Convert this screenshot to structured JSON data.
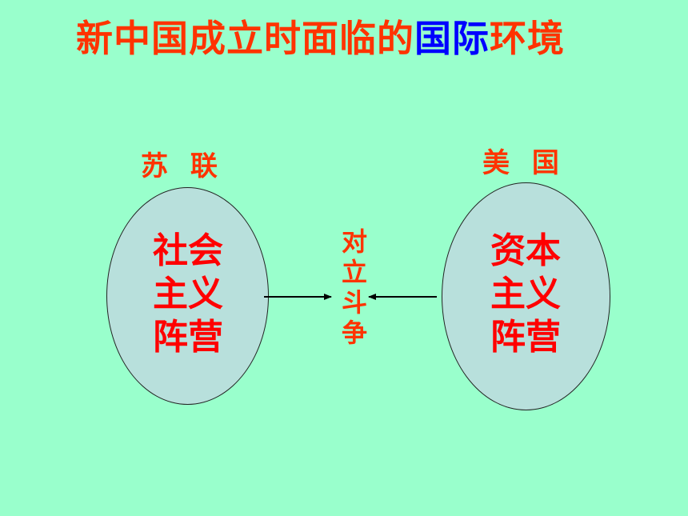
{
  "title": {
    "part1": "新中国成立时面临的",
    "highlight": "国际",
    "part2": "环境"
  },
  "left": {
    "country": "苏 联",
    "camp_line1": "社会",
    "camp_line2": "主义",
    "camp_line3": "阵营"
  },
  "right": {
    "country": "美 国",
    "camp_line1": "资本",
    "camp_line2": "主义",
    "camp_line3": "阵营"
  },
  "center": {
    "label": "对立斗争"
  },
  "colors": {
    "background": "#99ffcc",
    "title": "#ff3300",
    "highlight": "#0000ff",
    "ellipse_fill": "#b8e0dc",
    "camp_text": "#ff0000"
  }
}
